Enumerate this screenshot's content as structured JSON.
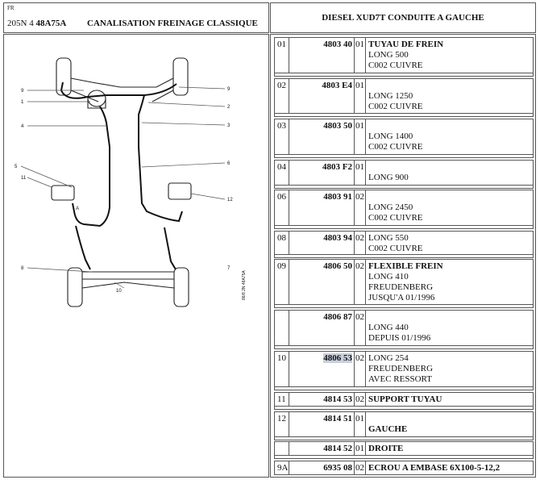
{
  "header": {
    "lang": "FR",
    "ref_prefix": "205N 4",
    "ref_code": "48A75A",
    "title": "CANALISATION FREINAGE CLASSIQUE",
    "right_title": "DIESEL XUD7T CONDUITE A GAUCHE"
  },
  "diagram": {
    "callouts": [
      "9",
      "1",
      "4",
      "5",
      "11",
      "8",
      "9",
      "2",
      "3",
      "6",
      "12",
      "7",
      "10"
    ],
    "vertical_label": "86/8 2N 48A75A",
    "letter": "A"
  },
  "parts": [
    {
      "idx": "01",
      "num": "4803 40",
      "qty": "01",
      "l1": "TUYAU DE FREIN",
      "lines": [
        "LONG 500",
        "C002 CUIVRE"
      ]
    },
    {
      "idx": "02",
      "num": "4803 E4",
      "qty": "01",
      "l1": "",
      "lines": [
        "LONG 1250",
        "C002 CUIVRE"
      ]
    },
    {
      "idx": "03",
      "num": "4803 50",
      "qty": "01",
      "l1": "",
      "lines": [
        "LONG 1400",
        "C002 CUIVRE"
      ]
    },
    {
      "idx": "04",
      "num": "4803 F2",
      "qty": "01",
      "l1": "",
      "lines": [
        "LONG 900"
      ]
    },
    {
      "idx": "06",
      "num": "4803 91",
      "qty": "02",
      "l1": "",
      "lines": [
        "LONG 2450",
        "C002 CUIVRE"
      ]
    },
    {
      "idx": "08",
      "num": "4803 94",
      "qty": "02",
      "l1": "",
      "lines": [
        "LONG 550",
        "C002 CUIVRE"
      ]
    },
    {
      "idx": "09",
      "num": "4806 50",
      "qty": "02",
      "l1": "FLEXIBLE FREIN",
      "lines": [
        "LONG 410",
        "FREUDENBERG",
        "JUSQU'A 01/1996"
      ]
    },
    {
      "idx": "",
      "num": "4806 87",
      "qty": "02",
      "l1": "",
      "lines": [
        "LONG 440",
        "DEPUIS 01/1996"
      ]
    },
    {
      "idx": "10",
      "num": "4806 53",
      "qty": "02",
      "l1": "",
      "lines": [
        "LONG 254",
        "FREUDENBERG",
        "AVEC RESSORT"
      ]
    },
    {
      "idx": "11",
      "num": "4814 53",
      "qty": "02",
      "l1": "SUPPORT TUYAU",
      "lines": []
    },
    {
      "idx": "12",
      "num": "4814 51",
      "qty": "01",
      "l1": "",
      "lines": [
        "GAUCHE"
      ]
    },
    {
      "idx": "",
      "num": "4814 52",
      "qty": "01",
      "l1": "DROITE",
      "lines": []
    },
    {
      "idx": "9A",
      "num": "6935 08",
      "qty": "02",
      "l1": "ECROU A EMBASE 6X100-5-12,2",
      "lines": []
    }
  ]
}
